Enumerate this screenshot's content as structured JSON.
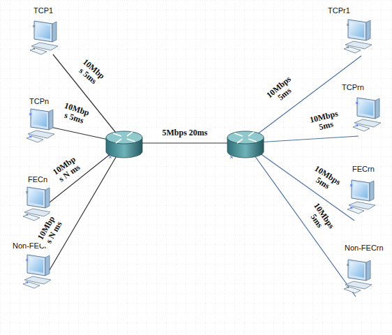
{
  "diagram": {
    "nodes": [
      {
        "text": [
          "TCP1"
        ]
      },
      {
        "text": [
          "TCPn"
        ]
      },
      {
        "text": [
          "FECn"
        ]
      },
      {
        "text": [
          "Non-FECn"
        ]
      },
      {
        "text": [
          "TCPr1"
        ]
      },
      {
        "text": [
          "TCPrn"
        ]
      },
      {
        "text": [
          "FECrn"
        ]
      },
      {
        "text": [
          "Non-FECrn"
        ]
      }
    ],
    "labels": [
      "10Mbp s 5ms",
      "10Mbp s 5ms",
      "10Mbp s N ms",
      "10Mbp s N ms",
      "5Mbps 20ms",
      "10Mbps 5ms",
      "10Mbps 5ms",
      "10Mbps 5ms",
      "10Mbps 5ms"
    ]
  }
}
